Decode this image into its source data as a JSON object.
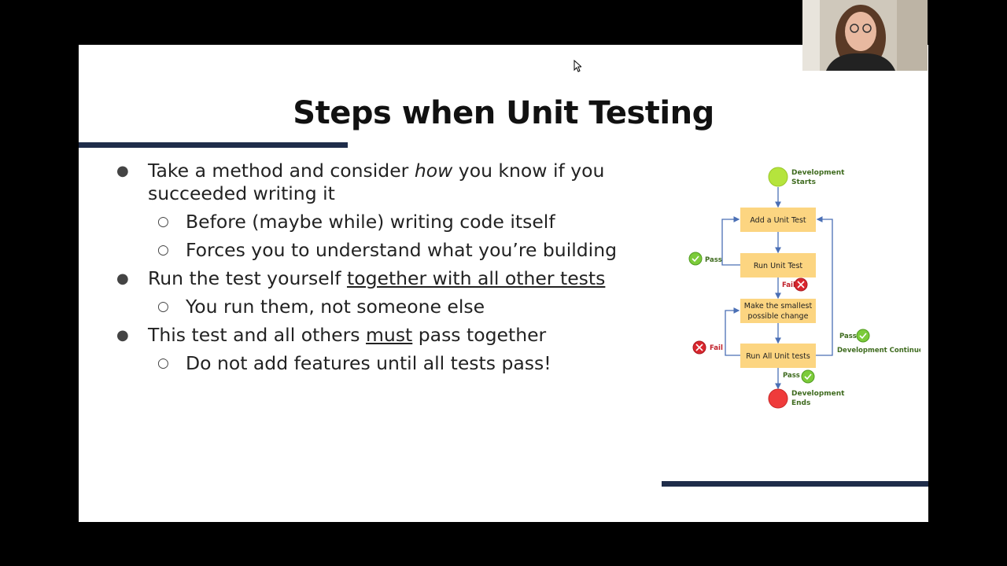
{
  "slide": {
    "title": "Steps when Unit Testing",
    "bullets": {
      "b1_pre": "Take a method and consider ",
      "b1_em": "how",
      "b1_post": " you know if you succeeded writing it",
      "b1_sub1": "Before (maybe while) writing code itself",
      "b1_sub2": "Forces you to understand what you’re building",
      "b2_pre": "Run the test yourself ",
      "b2_u": "together with all other tests",
      "b2_sub1": "You run them, not someone else",
      "b3_pre": "This test and all others ",
      "b3_u": "must",
      "b3_post": " pass together",
      "b3_sub1": "Do not add features until all tests pass!"
    }
  },
  "flowchart": {
    "start_line1": "Development",
    "start_line2": "Starts",
    "add_test": "Add a Unit Test",
    "run_test": "Run Unit Test",
    "smallest_line1": "Make the smallest",
    "smallest_line2": "possible change",
    "run_all": "Run All Unit tests",
    "end_line1": "Development",
    "end_line2": "Ends",
    "pass_label": "Pass",
    "fail_label": "Fail",
    "continues_label": "Development Continues",
    "colors": {
      "box": "#fcd581",
      "start": "#b5e43d",
      "end": "#ef3b3b",
      "arrow": "#4a6fb5",
      "label": "#3f6b1f",
      "fail": "#c0202a"
    }
  },
  "colors": {
    "accent_bar": "#1f2d4a",
    "background": "#000000",
    "slide": "#ffffff"
  }
}
